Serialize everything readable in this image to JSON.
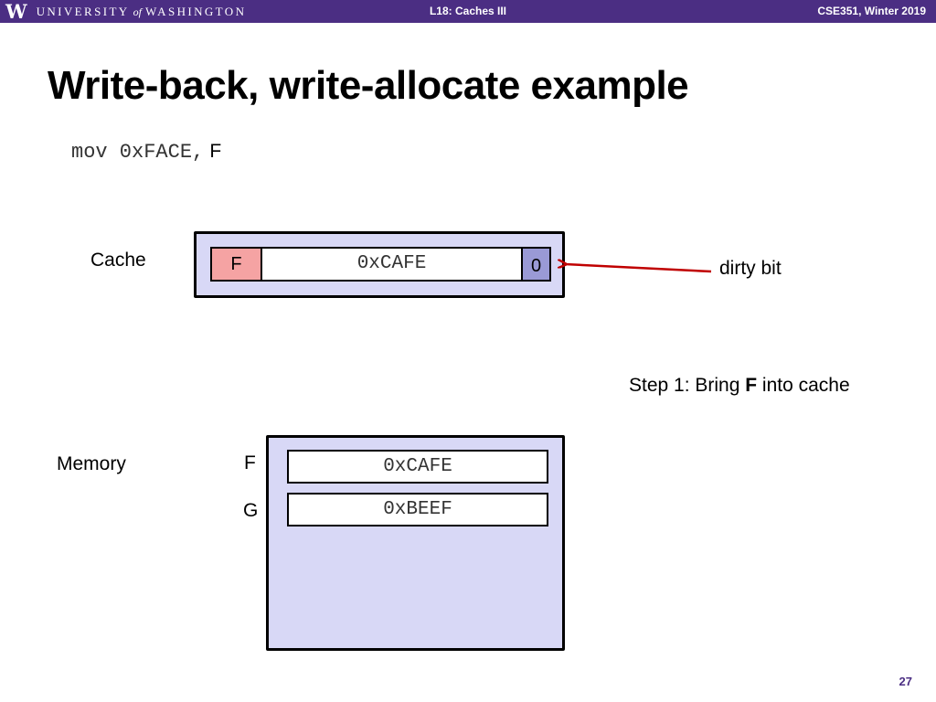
{
  "header": {
    "logo_mark": "W",
    "logo_text_pre": "UNIVERSITY",
    "logo_text_of": "of",
    "logo_text_post": "WASHINGTON",
    "lecture": "L18: Caches III",
    "course": "CSE351, Winter 2019"
  },
  "slide": {
    "title": "Write-back, write-allocate example",
    "instruction_code": "mov 0xFACE,",
    "instruction_operand": "F",
    "page_number": "27",
    "colors": {
      "header_purple": "#4b2e83",
      "box_fill": "#d8d8f6",
      "tag_fill": "#f5a3a3",
      "dirty_fill": "#9a9ad6",
      "arrow": "#c00000"
    }
  },
  "cache": {
    "label": "Cache",
    "tag": "F",
    "data": "0xCAFE",
    "dirty": "0",
    "dirty_label": "dirty bit"
  },
  "memory": {
    "label": "Memory",
    "cells": [
      {
        "address": "F",
        "value": "0xCAFE"
      },
      {
        "address": "G",
        "value": "0xBEEF"
      }
    ]
  },
  "step": {
    "prefix": "Step 1: Bring ",
    "bold": "F",
    "suffix": " into cache"
  }
}
